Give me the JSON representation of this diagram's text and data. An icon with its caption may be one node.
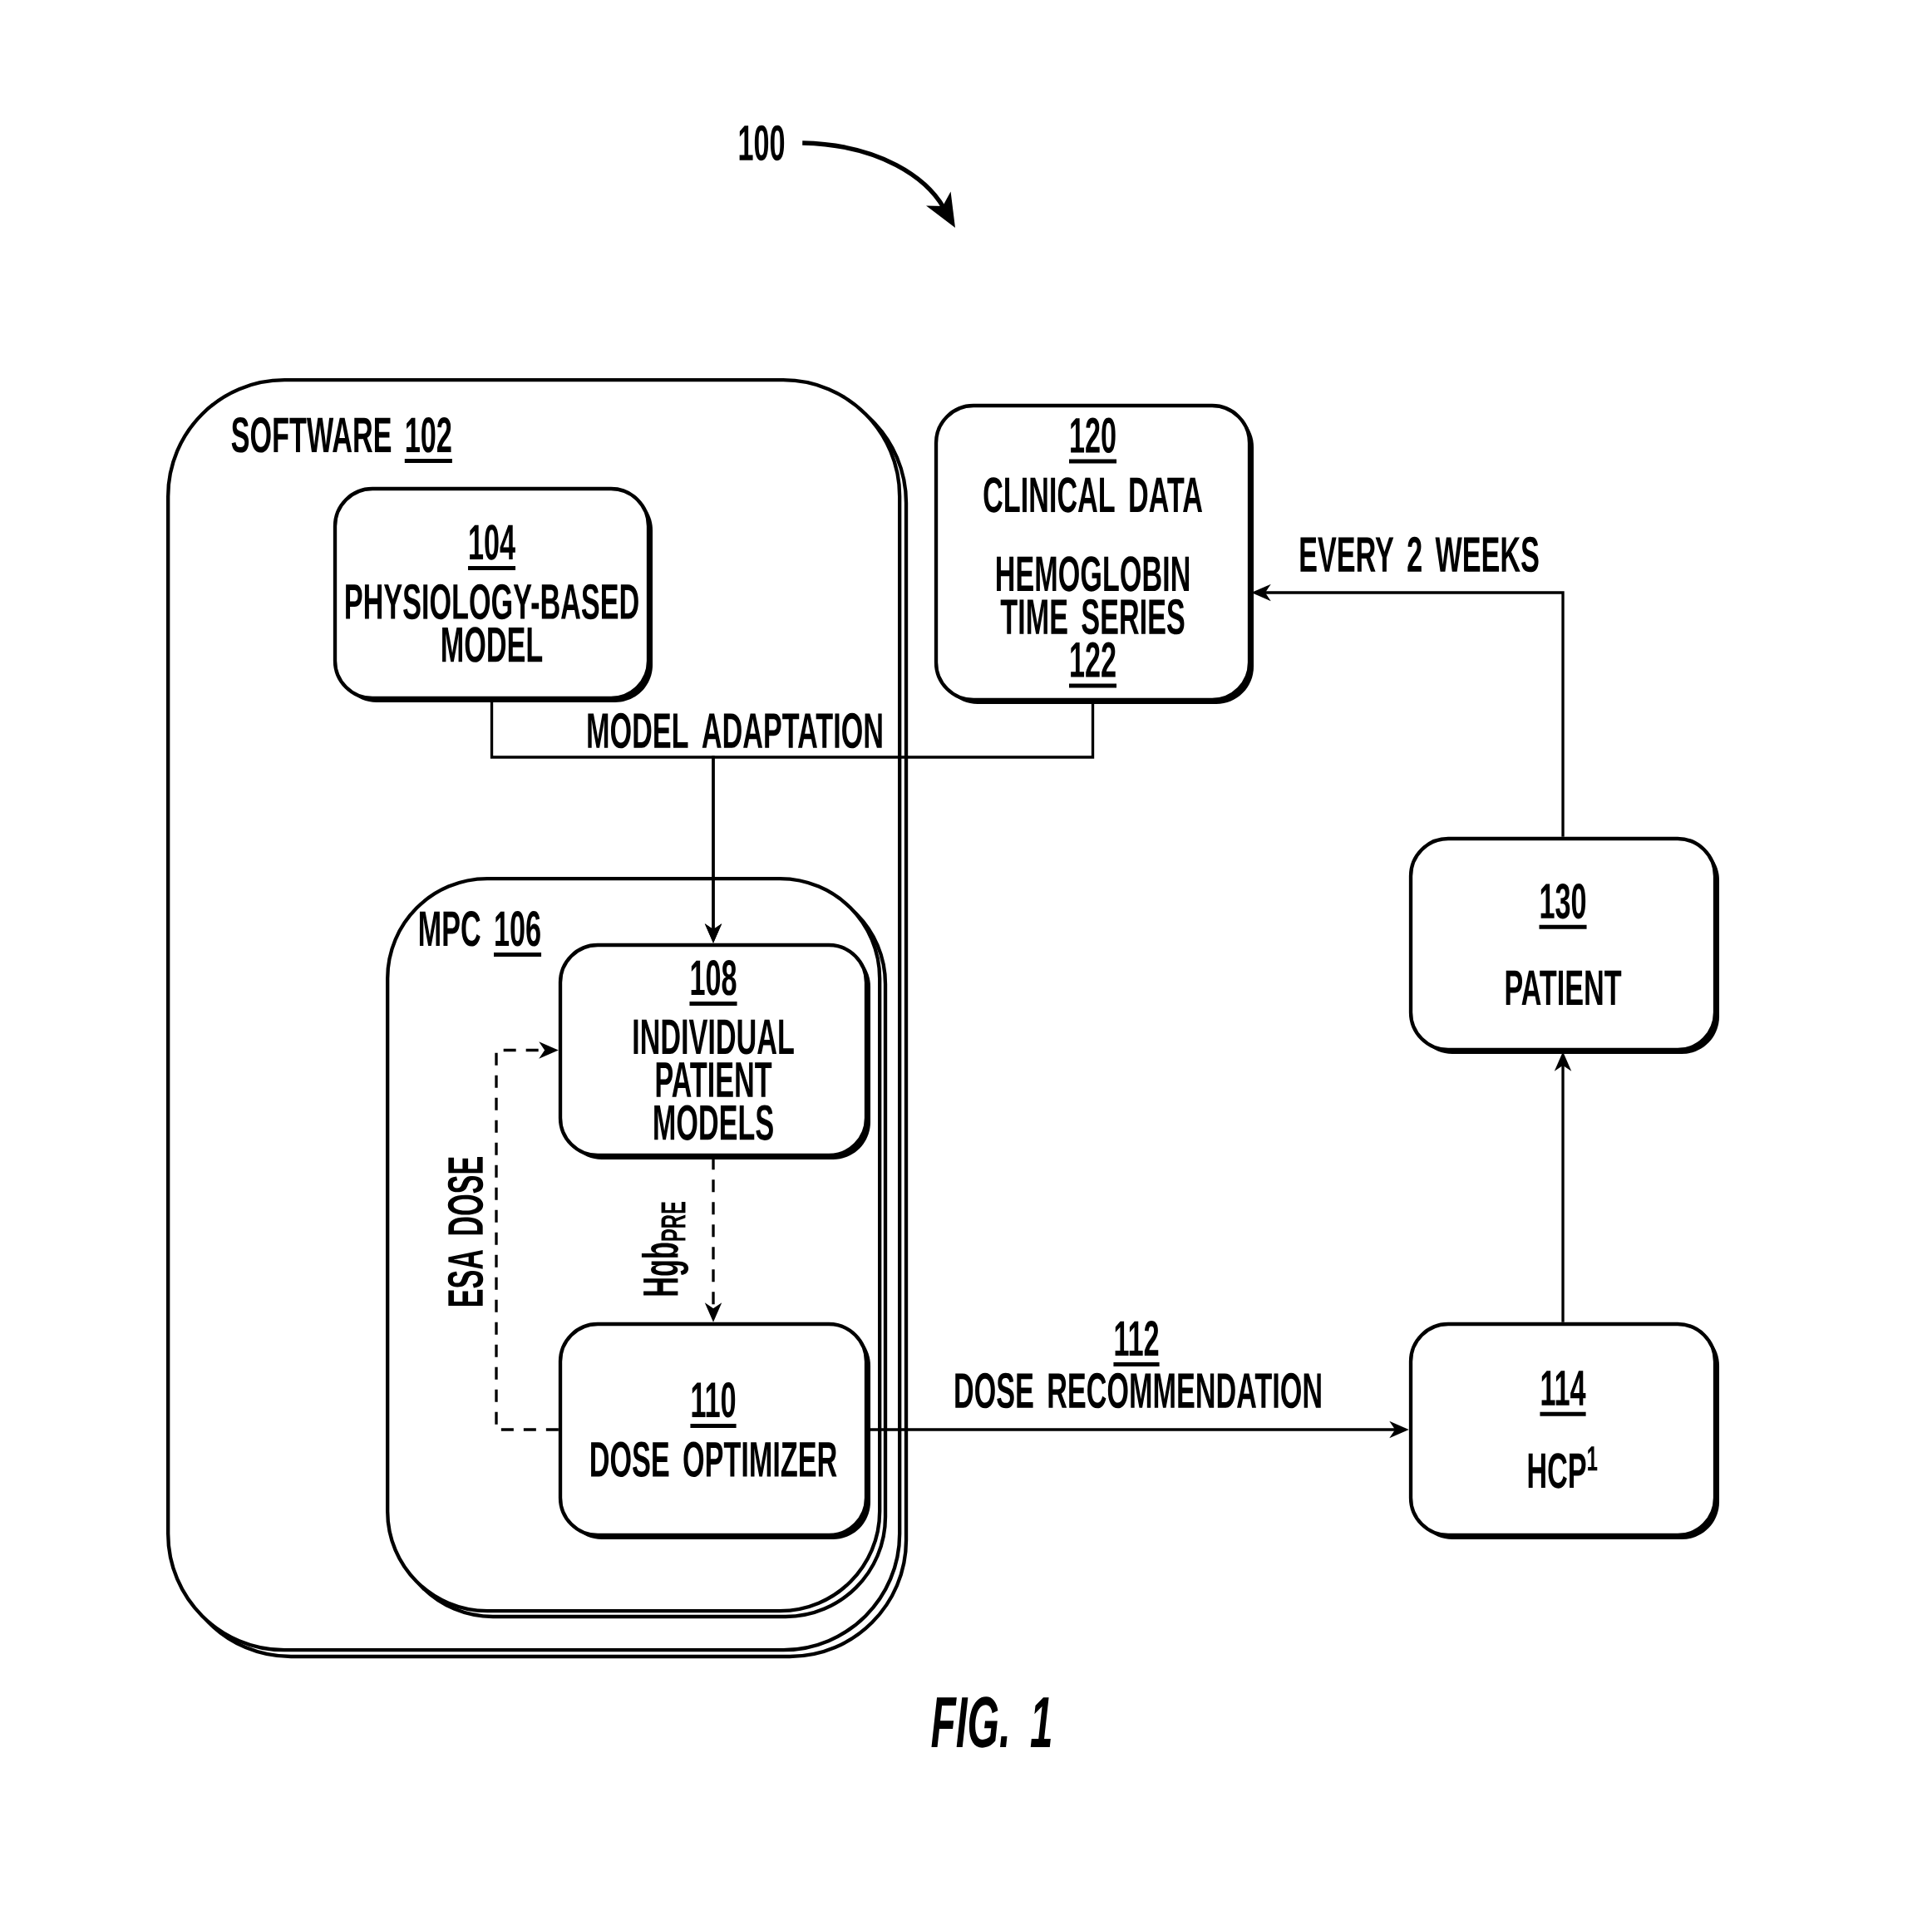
{
  "diagram": {
    "caption": "FIG. 1",
    "nodes": [
      {
        "text": [
          "100"
        ]
      },
      {
        "text": [
          "SOFTWARE",
          "102"
        ]
      },
      {
        "text": [
          "104",
          "PHYSIOLOGY-BASED MODEL"
        ],
        "in": 1
      },
      {
        "text": [
          "120",
          "CLINICAL DATA",
          "HEMOGLOBIN TIME SERIES",
          "122"
        ]
      },
      {
        "text": [
          "MPC",
          "106"
        ],
        "in": 1
      },
      {
        "text": [
          "108",
          "INDIVIDUAL PATIENT MODELS"
        ],
        "in": 4
      },
      {
        "text": [
          "110",
          "DOSE OPTIMIZER"
        ],
        "in": 4
      },
      {
        "text": [
          "130",
          "PATIENT"
        ]
      },
      {
        "text": [
          "114",
          "HCP$^{1}$"
        ]
      }
    ],
    "edges": [
      {
        "from": 0,
        "to": null,
        "arrow": "to"
      },
      {
        "from": 2,
        "to": 5,
        "arrow": "to",
        "label": "MODEL ADAPTATION"
      },
      {
        "from": 3,
        "to": 5,
        "arrow": "to"
      },
      {
        "from": 5,
        "to": 6,
        "arrow": "to",
        "label": "Hgb$_{PRE}$",
        "style": "dashed"
      },
      {
        "from": 6,
        "to": 5,
        "arrow": "to",
        "label": "ESA DOSE",
        "style": "dashed"
      },
      {
        "from": 6,
        "to": 8,
        "arrow": "to",
        "label": "DOSE RECOMMENDATION"
      },
      {
        "from": 8,
        "to": 7,
        "arrow": "to"
      },
      {
        "from": 7,
        "to": 3,
        "arrow": "to",
        "label": "EVERY 2 WEEKS"
      }
    ],
    "labels": [
      "112"
    ]
  }
}
